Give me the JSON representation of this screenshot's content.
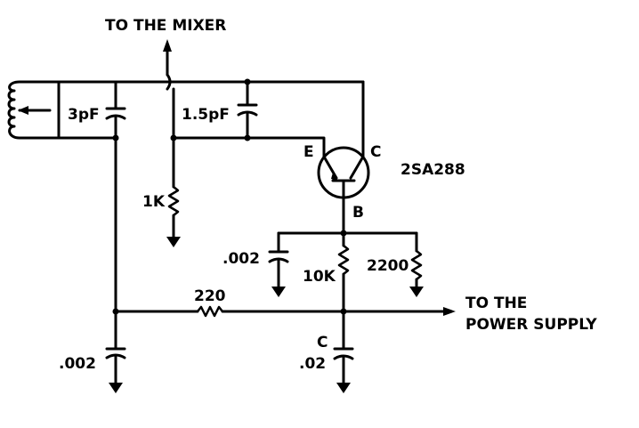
{
  "labels": {
    "to_mixer": "TO THE MIXER",
    "to_power_1": "TO THE",
    "to_power_2": "POWER SUPPLY",
    "cap_3pf": "3pF",
    "cap_1_5pf": "1.5pF",
    "res_1k": "1K",
    "emitter": "E",
    "collector": "C",
    "base": "B",
    "transistor": "2SA288",
    "cap_002_mid": ".002",
    "res_10k": "10K",
    "res_2200": "2200",
    "res_220": "220",
    "cap_c": "C",
    "cap_02": ".02",
    "cap_002_left": ".002"
  }
}
